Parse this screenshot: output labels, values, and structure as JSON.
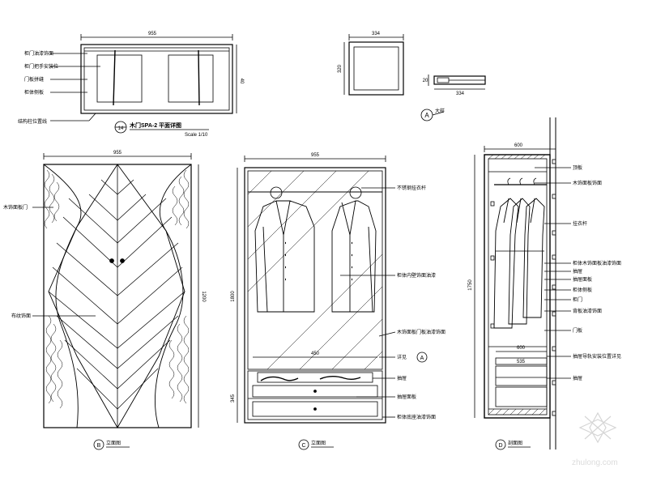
{
  "plan": {
    "dim_width": "955",
    "dim_depth": "40",
    "callouts": [
      "柜门油漆饰面",
      "柜门把手安装位",
      "门板拼缝",
      "柜体侧板"
    ],
    "bottom_callout": "结构柱位置线",
    "title_mark": "14",
    "title_text": "木门SPA-2 平面详图",
    "scale": "Scale 1/10"
  },
  "detail_a": {
    "square_dim_w": "334",
    "square_dim_h": "320",
    "sec_dim_small": "20",
    "sec_dim_w": "334",
    "mark": "A",
    "title_text": "大样"
  },
  "elev_b": {
    "dim_top": "955",
    "dim_side": "1200",
    "callout_left": "木饰面板门",
    "callout_mid": "布纹饰面",
    "mark": "B",
    "title_text": "立面图"
  },
  "elev_c": {
    "dim_top": "955",
    "dim_side": "1800",
    "dim_rail": "450",
    "dim_bottom_left": "345",
    "callouts": [
      "不锈钢挂衣杆",
      "柜体内壁饰面油漆",
      "木饰面板门板油漆饰面"
    ],
    "callout_a": "详见",
    "callout_a_mark": "A",
    "lower_callouts": [
      "抽屉",
      "抽屉面板",
      "柜体底座油漆饰面"
    ],
    "mark": "C",
    "title_text": "立面图"
  },
  "section_d": {
    "dim_top": "600",
    "dim_side": "1750",
    "dim_shelf": "600",
    "dim_inner": "535",
    "callouts": [
      "顶板",
      "木饰面板饰面",
      "挂衣杆",
      "柜体木饰面板油漆饰面",
      "抽屉",
      "抽屉面板",
      "柜体侧板",
      "柜门",
      "背板油漆饰面",
      "门板"
    ],
    "lower_callouts": [
      "抽屉导轨安装位置详见",
      "抽屉"
    ],
    "mark": "D",
    "title_text": "剖面图"
  },
  "watermark": "zhulong.com"
}
